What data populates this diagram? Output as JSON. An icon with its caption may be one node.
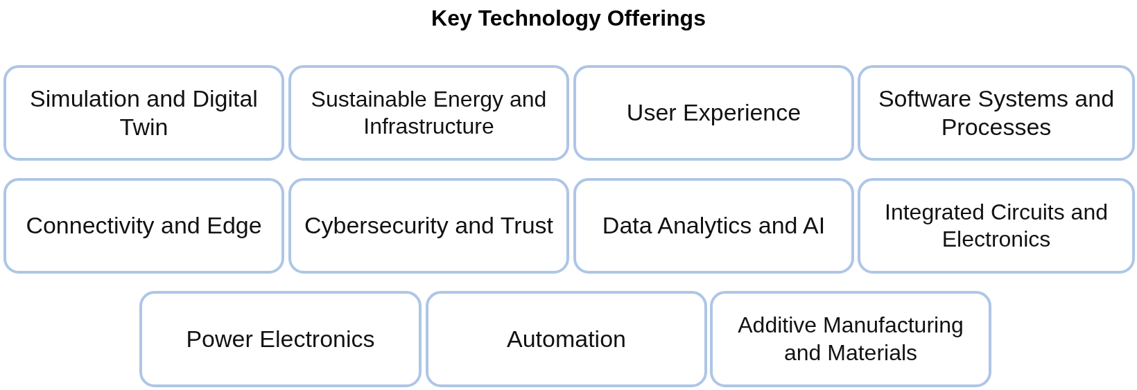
{
  "diagram": {
    "title": "Key Technology Offerings",
    "nodes": [
      {
        "text": [
          "Simulation and Digital Twin"
        ]
      },
      {
        "text": [
          "Sustainable Energy and Infrastructure"
        ]
      },
      {
        "text": [
          "User Experience"
        ]
      },
      {
        "text": [
          "Software Systems and Processes"
        ]
      },
      {
        "text": [
          "Connectivity and Edge"
        ]
      },
      {
        "text": [
          "Cybersecurity and Trust"
        ]
      },
      {
        "text": [
          "Data Analytics and AI"
        ]
      },
      {
        "text": [
          "Integrated Circuits and Electronics"
        ]
      },
      {
        "text": [
          "Power Electronics"
        ]
      },
      {
        "text": [
          "Automation"
        ]
      },
      {
        "text": [
          "Additive Manufacturing and Materials"
        ]
      }
    ]
  }
}
